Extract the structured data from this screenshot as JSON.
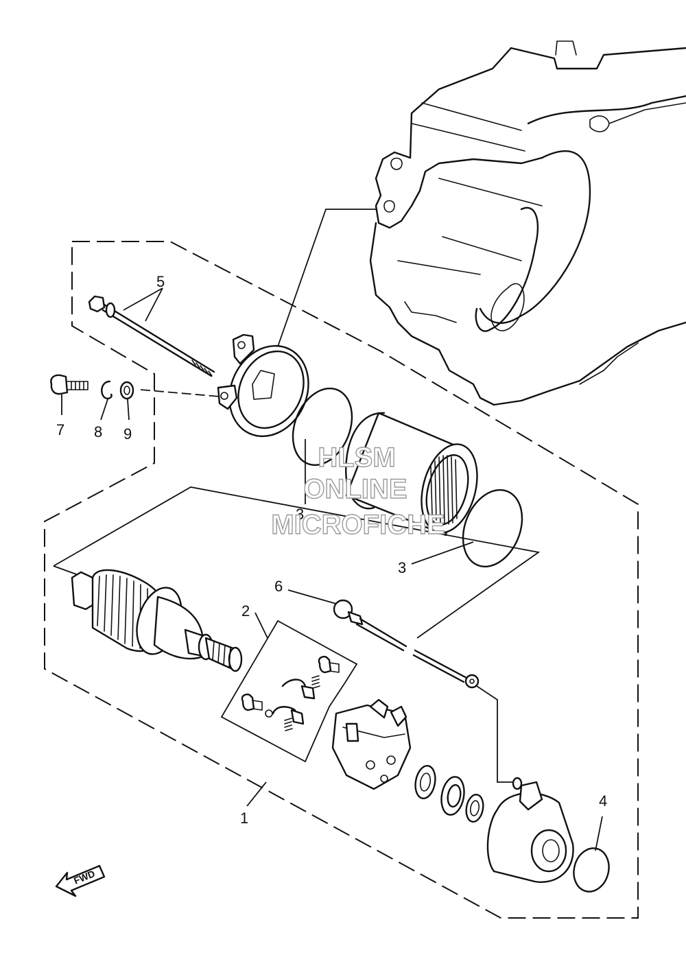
{
  "diagram": {
    "callouts": [
      {
        "id": "c1",
        "label": "1"
      },
      {
        "id": "c2",
        "label": "2"
      },
      {
        "id": "c3a",
        "label": "3"
      },
      {
        "id": "c3b",
        "label": "3"
      },
      {
        "id": "c4",
        "label": "4"
      },
      {
        "id": "c5",
        "label": "5"
      },
      {
        "id": "c6",
        "label": "6"
      },
      {
        "id": "c7",
        "label": "7"
      },
      {
        "id": "c8",
        "label": "8"
      },
      {
        "id": "c9",
        "label": "9"
      }
    ],
    "fwd_label": "FWD",
    "watermark": {
      "line1": "HLSM",
      "line2": "ONLINE",
      "line3": "MICROFICHE"
    }
  }
}
